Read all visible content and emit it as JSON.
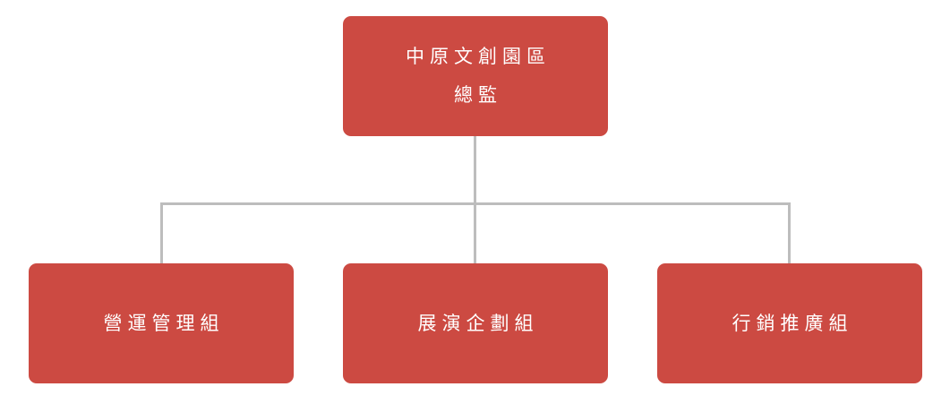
{
  "chart": {
    "root": {
      "lines": [
        "中原文創園區",
        "總監"
      ]
    },
    "children": [
      {
        "label": "營運管理組"
      },
      {
        "label": "展演企劃組"
      },
      {
        "label": "行銷推廣組"
      }
    ]
  },
  "colors": {
    "node_fill": "#cc4a42",
    "node_text": "#ffffff",
    "connector": "#bdbdbd",
    "background": "#ffffff"
  }
}
